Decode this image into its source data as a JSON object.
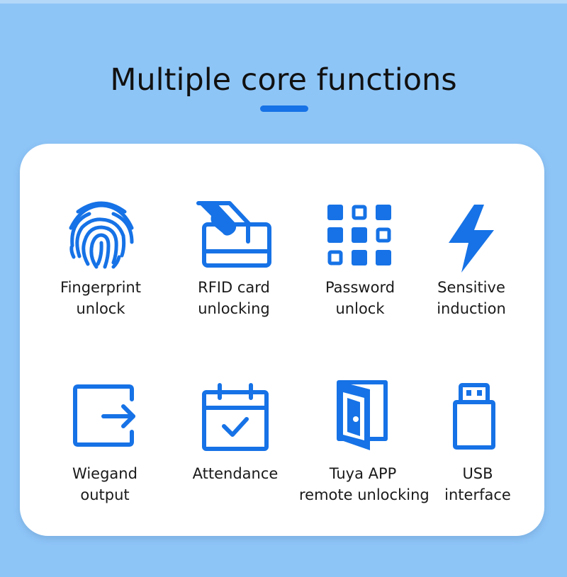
{
  "title": "Multiple core functions",
  "colors": {
    "background": "#8EC5F7",
    "accent": "#1672E6",
    "card": "#FFFFFF"
  },
  "features": [
    {
      "icon": "fingerprint-icon",
      "line1": "Fingerprint",
      "line2": "unlock"
    },
    {
      "icon": "rfid-card-icon",
      "line1": "RFID card",
      "line2": "unlocking"
    },
    {
      "icon": "keypad-icon",
      "line1": "Password",
      "line2": "unlock"
    },
    {
      "icon": "lightning-icon",
      "line1": "Sensitive",
      "line2": "induction"
    },
    {
      "icon": "output-arrow-icon",
      "line1": "Wiegand",
      "line2": "output"
    },
    {
      "icon": "calendar-check-icon",
      "line1": "Attendance",
      "line2": ""
    },
    {
      "icon": "door-icon",
      "line1": "Tuya APP",
      "line2": "remote unlocking"
    },
    {
      "icon": "usb-icon",
      "line1": "USB",
      "line2": "interface"
    }
  ]
}
